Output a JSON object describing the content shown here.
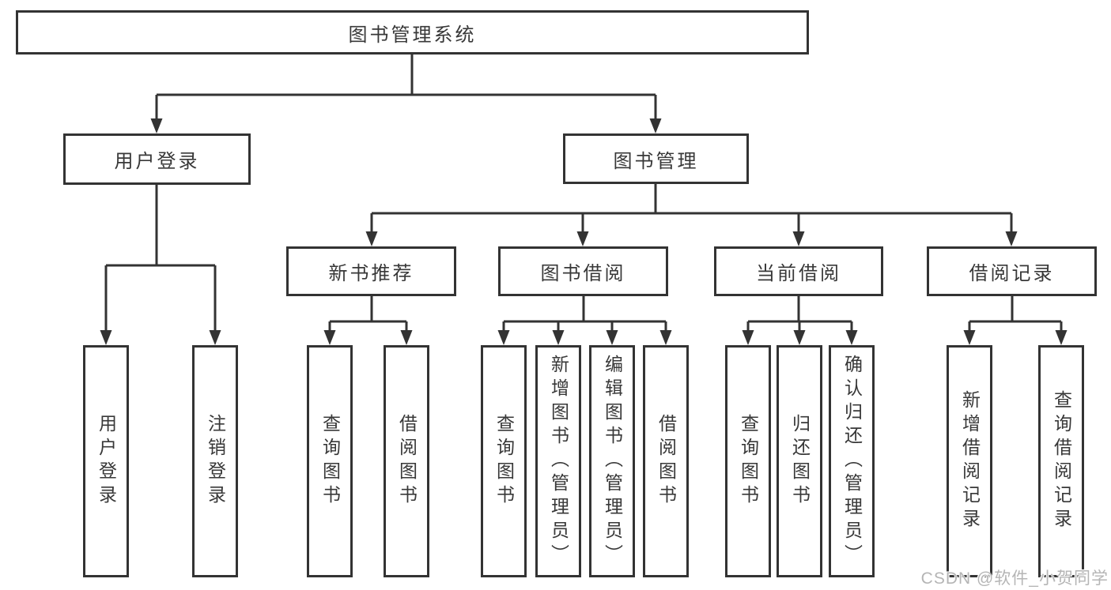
{
  "diagram": {
    "nodes": {
      "root": "图书管理系统",
      "user_login": "用户登录",
      "book_mgmt": "图书管理",
      "new_book": "新书推荐",
      "book_borrow": "图书借阅",
      "current_borrow": "当前借阅",
      "borrow_record": "借阅记录"
    },
    "leaves": {
      "user_login": [
        "用户登录",
        "注销登录"
      ],
      "new_book": [
        "查询图书",
        "借阅图书"
      ],
      "book_borrow": [
        "查询图书",
        "新增图书（管理员）",
        "编辑图书（管理员）",
        "借阅图书"
      ],
      "current_borrow": [
        "查询图书",
        "归还图书",
        "确认归还（管理员）"
      ],
      "borrow_record": [
        "新增借阅记录",
        "查询借阅记录"
      ]
    },
    "watermark": "CSDN @软件_小贺同学",
    "colors": {
      "line": "#333333",
      "box_border": "#333333",
      "box_background": "#ffffff",
      "text": "#383838",
      "watermark": "#b5b5b5"
    }
  }
}
